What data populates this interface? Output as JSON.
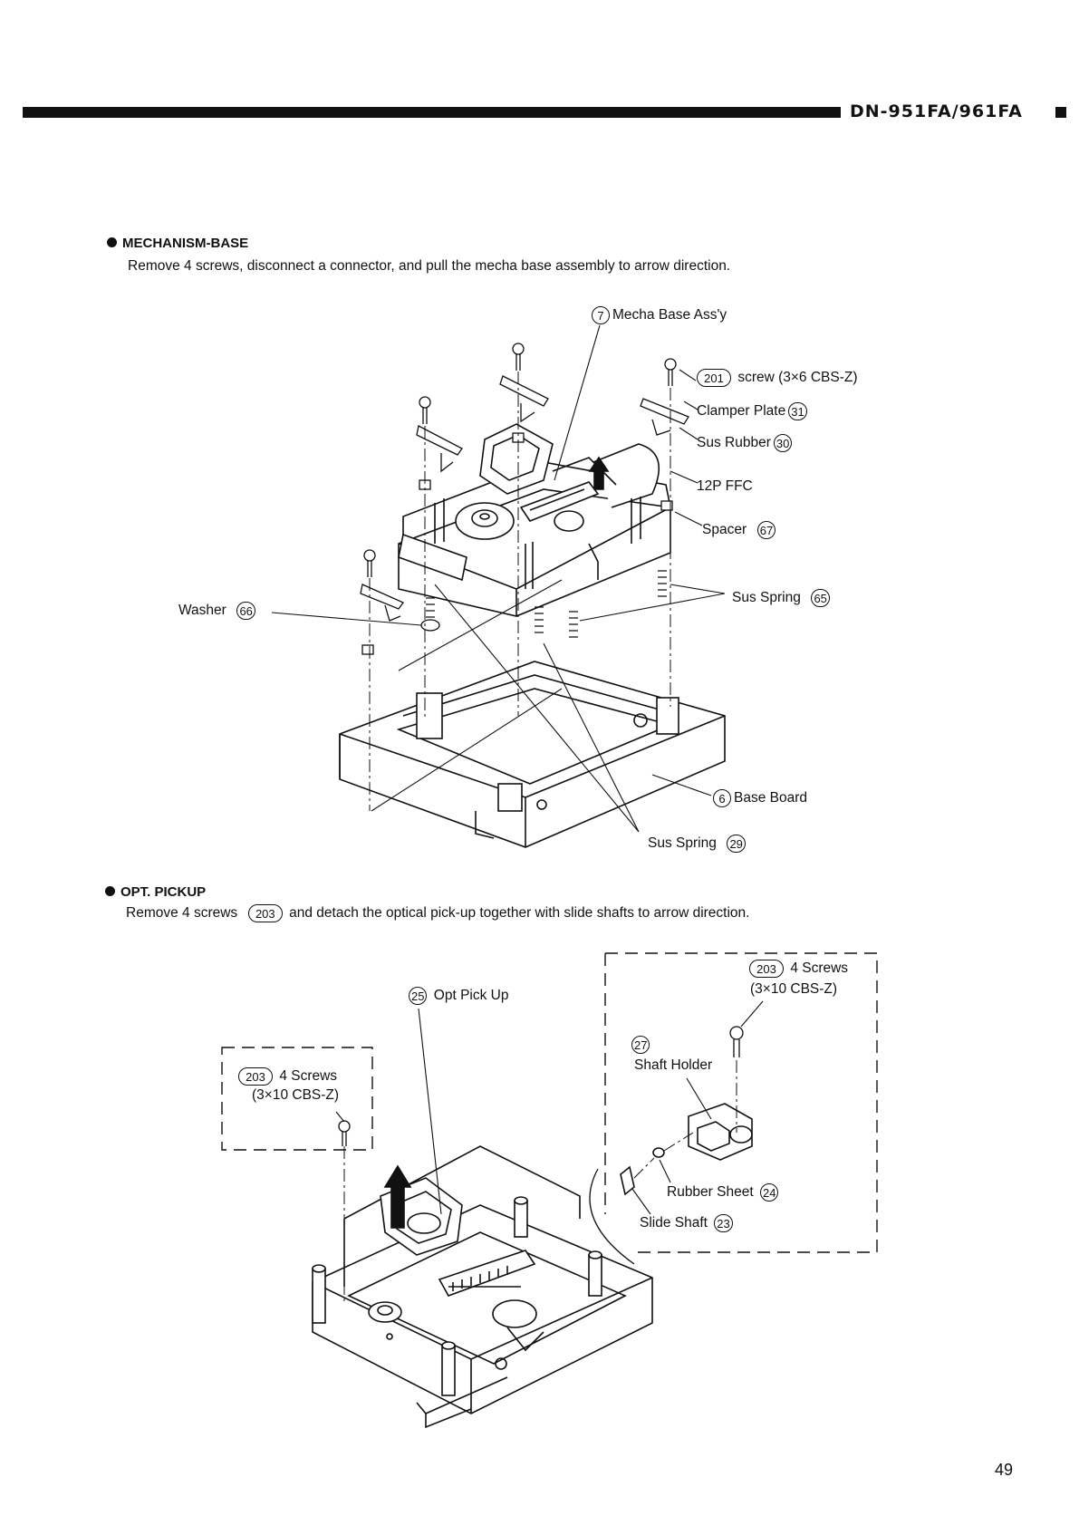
{
  "header": {
    "model": "DN-951FA/961FA"
  },
  "section1": {
    "heading": "MECHANISM-BASE",
    "instruction": "Remove 4 screws, disconnect a connector, and pull the mecha base assembly to arrow direction.",
    "labels": {
      "mecha_num": "7",
      "mecha_text": "Mecha Base Ass'y",
      "screw_num": "201",
      "screw_text": "screw (3×6 CBS-Z)",
      "clamper_text": "Clamper Plate",
      "clamper_num": "31",
      "sus_rubber_text": "Sus Rubber",
      "sus_rubber_num": "30",
      "ffc_text": "12P FFC",
      "spacer_text": "Spacer",
      "spacer_num": "67",
      "sus_spring65_text": "Sus Spring",
      "sus_spring65_num": "65",
      "washer_text": "Washer",
      "washer_num": "66",
      "base_num": "6",
      "base_text": "Base Board",
      "sus_spring29_text": "Sus Spring",
      "sus_spring29_num": "29"
    }
  },
  "section2": {
    "heading": "OPT. PICKUP",
    "instruction_a": "Remove 4 screws",
    "instruction_num": "203",
    "instruction_b": "and detach the optical pick-up together with slide shafts to arrow direction.",
    "labels": {
      "opt_num": "25",
      "opt_text": "Opt Pick Up",
      "left_screw_num": "203",
      "left_screw_text": "4 Screws",
      "left_screw_spec": "(3×10 CBS-Z)",
      "right_screw_num": "203",
      "right_screw_text": "4 Screws",
      "right_screw_spec": "(3×10 CBS-Z)",
      "holder_num": "27",
      "holder_text": "Shaft Holder",
      "rubber_text": "Rubber Sheet",
      "rubber_num": "24",
      "slide_text": "Slide Shaft",
      "slide_num": "23"
    }
  },
  "page_number": "49"
}
